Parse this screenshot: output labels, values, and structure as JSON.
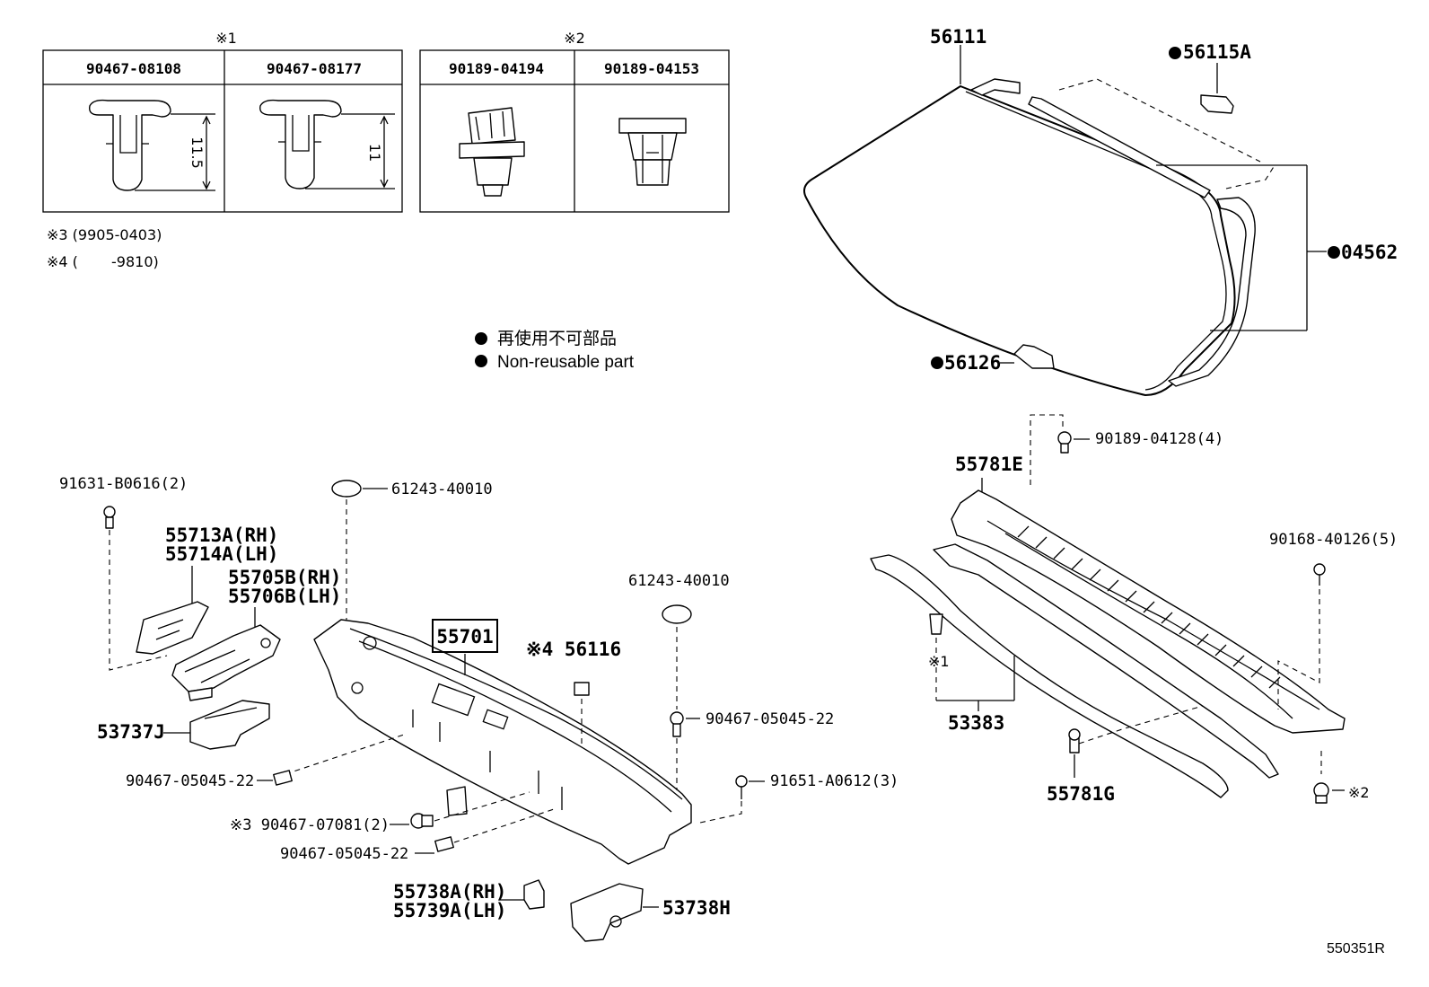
{
  "ref_tables": [
    {
      "mark": "※1",
      "parts": [
        "90467-08108",
        "90467-08177"
      ],
      "dims": [
        "11.5",
        "11"
      ]
    },
    {
      "mark": "※2",
      "parts": [
        "90189-04194",
        "90189-04153"
      ]
    }
  ],
  "notes": [
    "※3 (9905-0403)",
    "※4 (　　 -9810)"
  ],
  "legend": {
    "jp": "再使用不可部品",
    "en": "Non-reusable part"
  },
  "labels": {
    "p56111": "56111",
    "p56115a": "56115A",
    "p04562": "04562",
    "p56126": "56126",
    "p90189_04128": "90189-04128(4)",
    "p55781e": "55781E",
    "p90168_40126": "90168-40126(5)",
    "p53383": "53383",
    "m1": "※1",
    "p55781g": "55781G",
    "m2": "※2",
    "p91631_b0616": "91631-B0616(2)",
    "p61243_a": "61243-40010",
    "p55713a": "55713A(RH)",
    "p55714a": "55714A(LH)",
    "p55705b": "55705B(RH)",
    "p55706b": "55706B(LH)",
    "p55701": "55701",
    "p56116": "※4 56116",
    "p61243_b": "61243-40010",
    "p53737j": "53737J",
    "p90467_05045_a": "90467-05045-22",
    "p90467_05045_b": "90467-05045-22",
    "p91651_a0612": "91651-A0612(3)",
    "p90467_07081": "※3 90467-07081(2)",
    "p90467_05045_c": "90467-05045-22",
    "p55738a": "55738A(RH)",
    "p55739a": "55739A(LH)",
    "p53738h": "53738H"
  },
  "diagram_id": "550351R"
}
